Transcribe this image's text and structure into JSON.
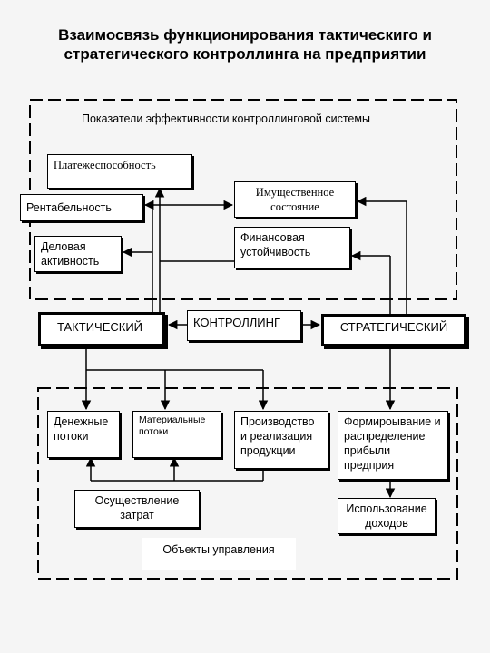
{
  "title_line1": "Взаимосвязь функционирования тактическиго и",
  "title_line2": "стратегического контроллинга на предприятии",
  "top_panel_label": "Показатели эффективности контроллинговой системы",
  "boxes": {
    "solvency": "Платежеспособность",
    "profitability": "Рентабельность",
    "property_state": "Имущественное состояние",
    "business_activity": "Деловая активность",
    "financial_stability": "Финансовая устойчивость",
    "tactical": "ТАКТИЧЕСКИЙ",
    "controlling": "КОНТРОЛЛИНГ",
    "strategic": "СТРАТЕГИЧЕСКИЙ",
    "money_flows": "Денежные потоки",
    "material_flows": "Материальные потоки",
    "production": "Производство и реализация продукции",
    "profit_formation": "Формироывание и распределение прибыли предприя",
    "costs": "Осуществление затрат",
    "income_use": "Использование доходов",
    "objects_label": "Объекты управления"
  }
}
